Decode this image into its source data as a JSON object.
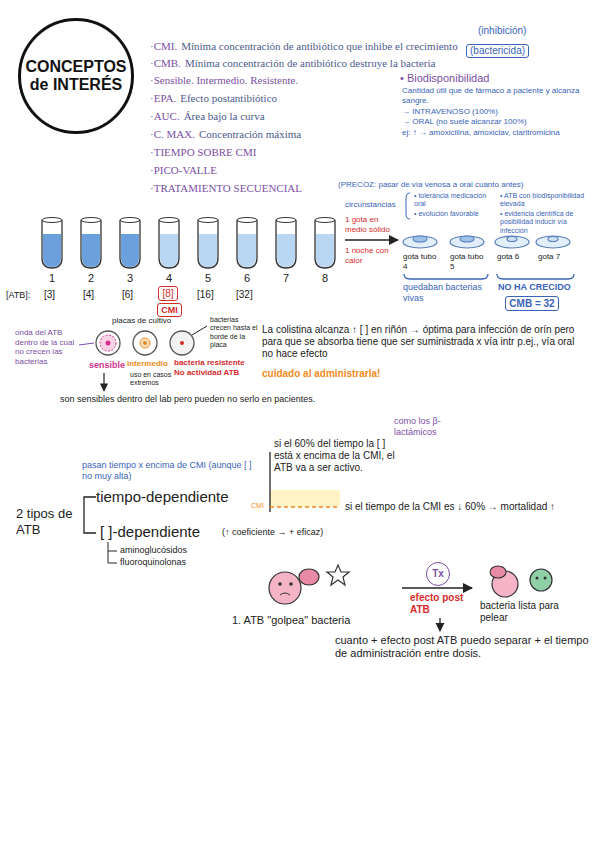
{
  "diagram": {
    "nodes": [
      {
        "text": [
          "CONCEPTOS de INTERÉS"
        ]
      },
      {
        "text": [
          "[8]"
        ]
      },
      {
        "text": [
          "CMI"
        ]
      },
      {
        "text": [
          "CMB = 32"
        ]
      },
      {
        "text": [
          "Tx"
        ]
      }
    ],
    "labels": [
      "·CMI.",
      "Mínima concentración de antibiótico que inhibe el crecimiento",
      "(inhibición)",
      "·CMB.",
      "Mínima concentración de antibiótico destruye la bacteria",
      "(bactericida)",
      "·Sensible. Intermedio. Resistente.",
      "·EPA.",
      "Efecto postantibiótico",
      "·AUC.",
      "Área bajo la curva",
      "·C. MAX.",
      "Concentración máxima",
      "·TIEMPO SOBRE CMI",
      "·PICO-VALLE",
      "·TRATAMIENTO SECUENCIAL",
      "• Biodisponibilidad",
      "Cantidad útil que de fármaco a paciente y alcanza sangre.",
      "→ INTRAVENOSO (100%)",
      "→ ORAL (no suele alcanzar 100%)",
      "ej: ↑ → amoxicilina, amoxiclav, claritromicina",
      "(PRECOZ: pasar de vía venosa a oral cuanto antes)",
      "circunstancias",
      "• tolerancia medicación oral",
      "• evolución favorable",
      "• ATB con biodisponibilidad elevada",
      "• evidencia científica de posibilidad inducir vía infección",
      "1 gota en medio sólido",
      "1 noche con calor",
      "1",
      "2",
      "3",
      "4",
      "5",
      "6",
      "7",
      "8",
      "[ATB]:",
      "[3]",
      "[4]",
      "[6]",
      "[16]",
      "[32]",
      "gota tubo 4",
      "gota tubo 5",
      "gota 6",
      "gota 7",
      "quedaban bacterias vivas",
      "NO HA CRECIDO",
      "placas de cultivo",
      "bacterias crecen hasta el borde de la placa",
      "onda del ATB dentro de la cual no crecen las bacterias",
      "sensible",
      "intermedio",
      "bacteria resistente No actividad ATB",
      "uso en casos extremos",
      "son sensibles dentro del lab pero pueden no serlo en pacientes.",
      "La colistina alcanza ↑ [ ] en riñón → óptima para infección de orín pero para que se absorba tiene que ser suministrada x vía intr p.ej., vía oral no hace efecto",
      "cuidado al administrarla!",
      "como los β-lactámicos",
      "si el 60% del tiempo la [ ] está x encima de la CMI, el ATB va a ser activo.",
      "pasan tiempo x encima de CMI (aunque [ ] no muy alta)",
      "2 tipos de ATB",
      "tiempo-dependiente",
      "CMI",
      "si el tiempo de la CMI es ↓ 60% → mortalidad ↑",
      "[ ]-dependiente",
      "(↑ coeficiente → + eficaz)",
      "aminoglucósidos",
      "fluoroquinolonas",
      "1. ATB \"golpea\" bacteria",
      "efecto post ATB",
      "bacteria lista para pelear",
      "cuanto + efecto post ATB puedo separar + el tiempo de administración entre dosis."
    ]
  }
}
